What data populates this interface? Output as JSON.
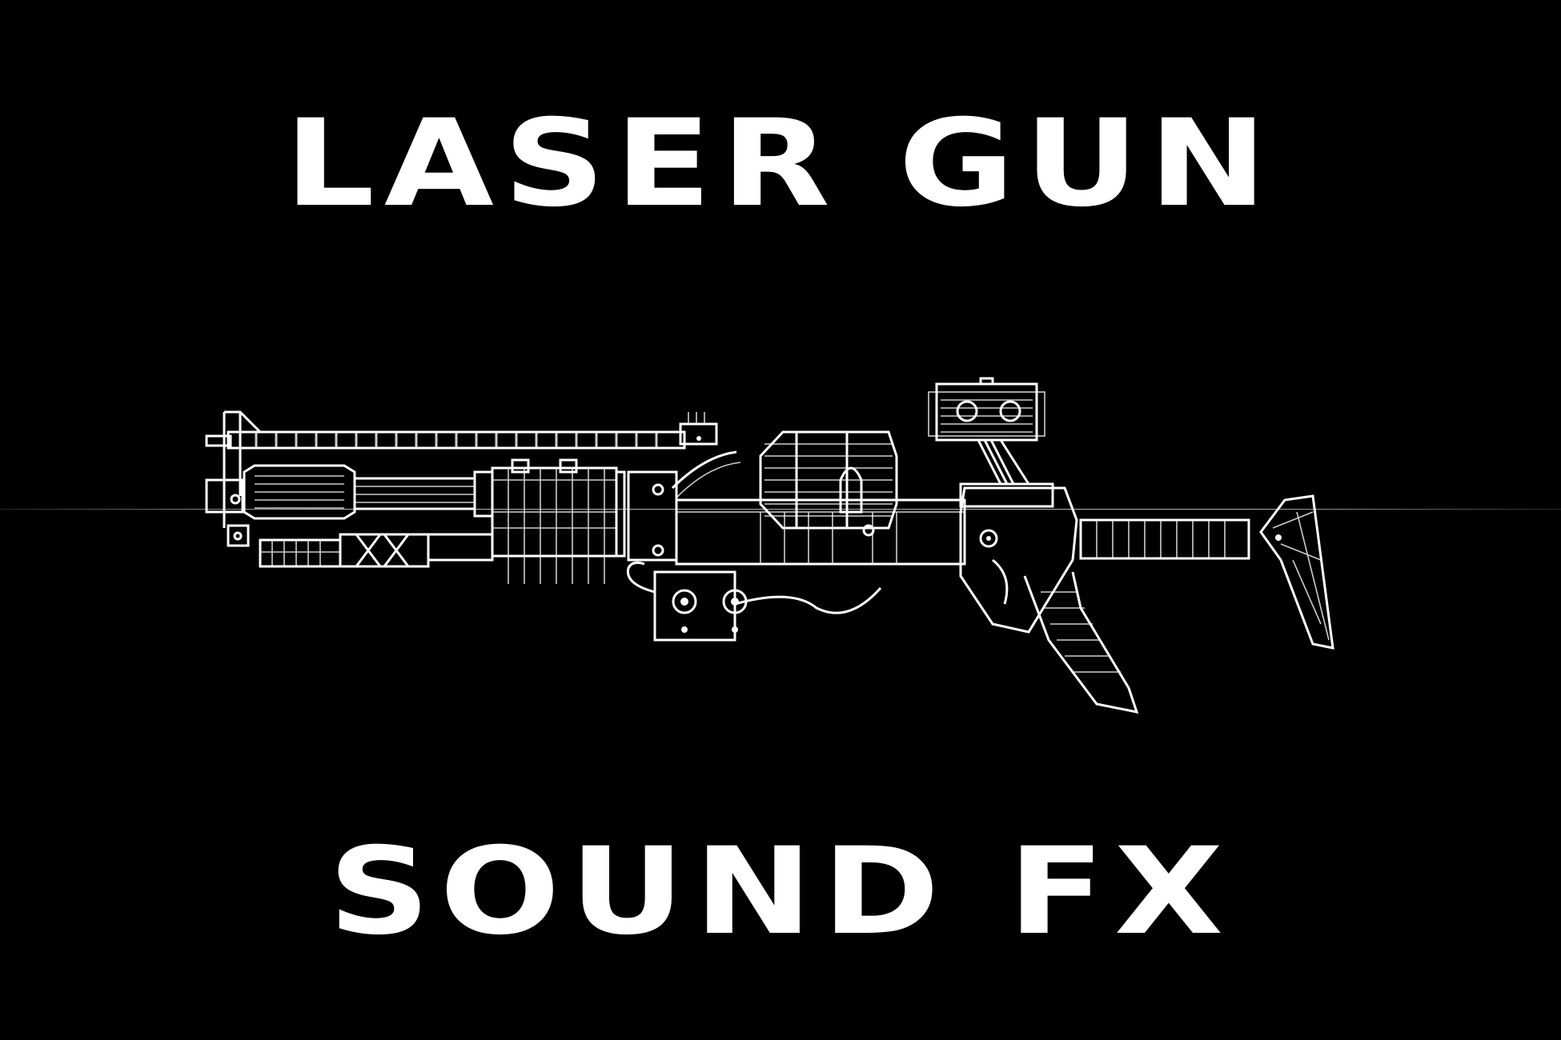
{
  "poster": {
    "title_line_1": "LASER GUN",
    "title_line_2": "SOUND FX",
    "background_color": "#000000",
    "text_color": "#ffffff",
    "illustration": "wireframe-laser-gun"
  }
}
